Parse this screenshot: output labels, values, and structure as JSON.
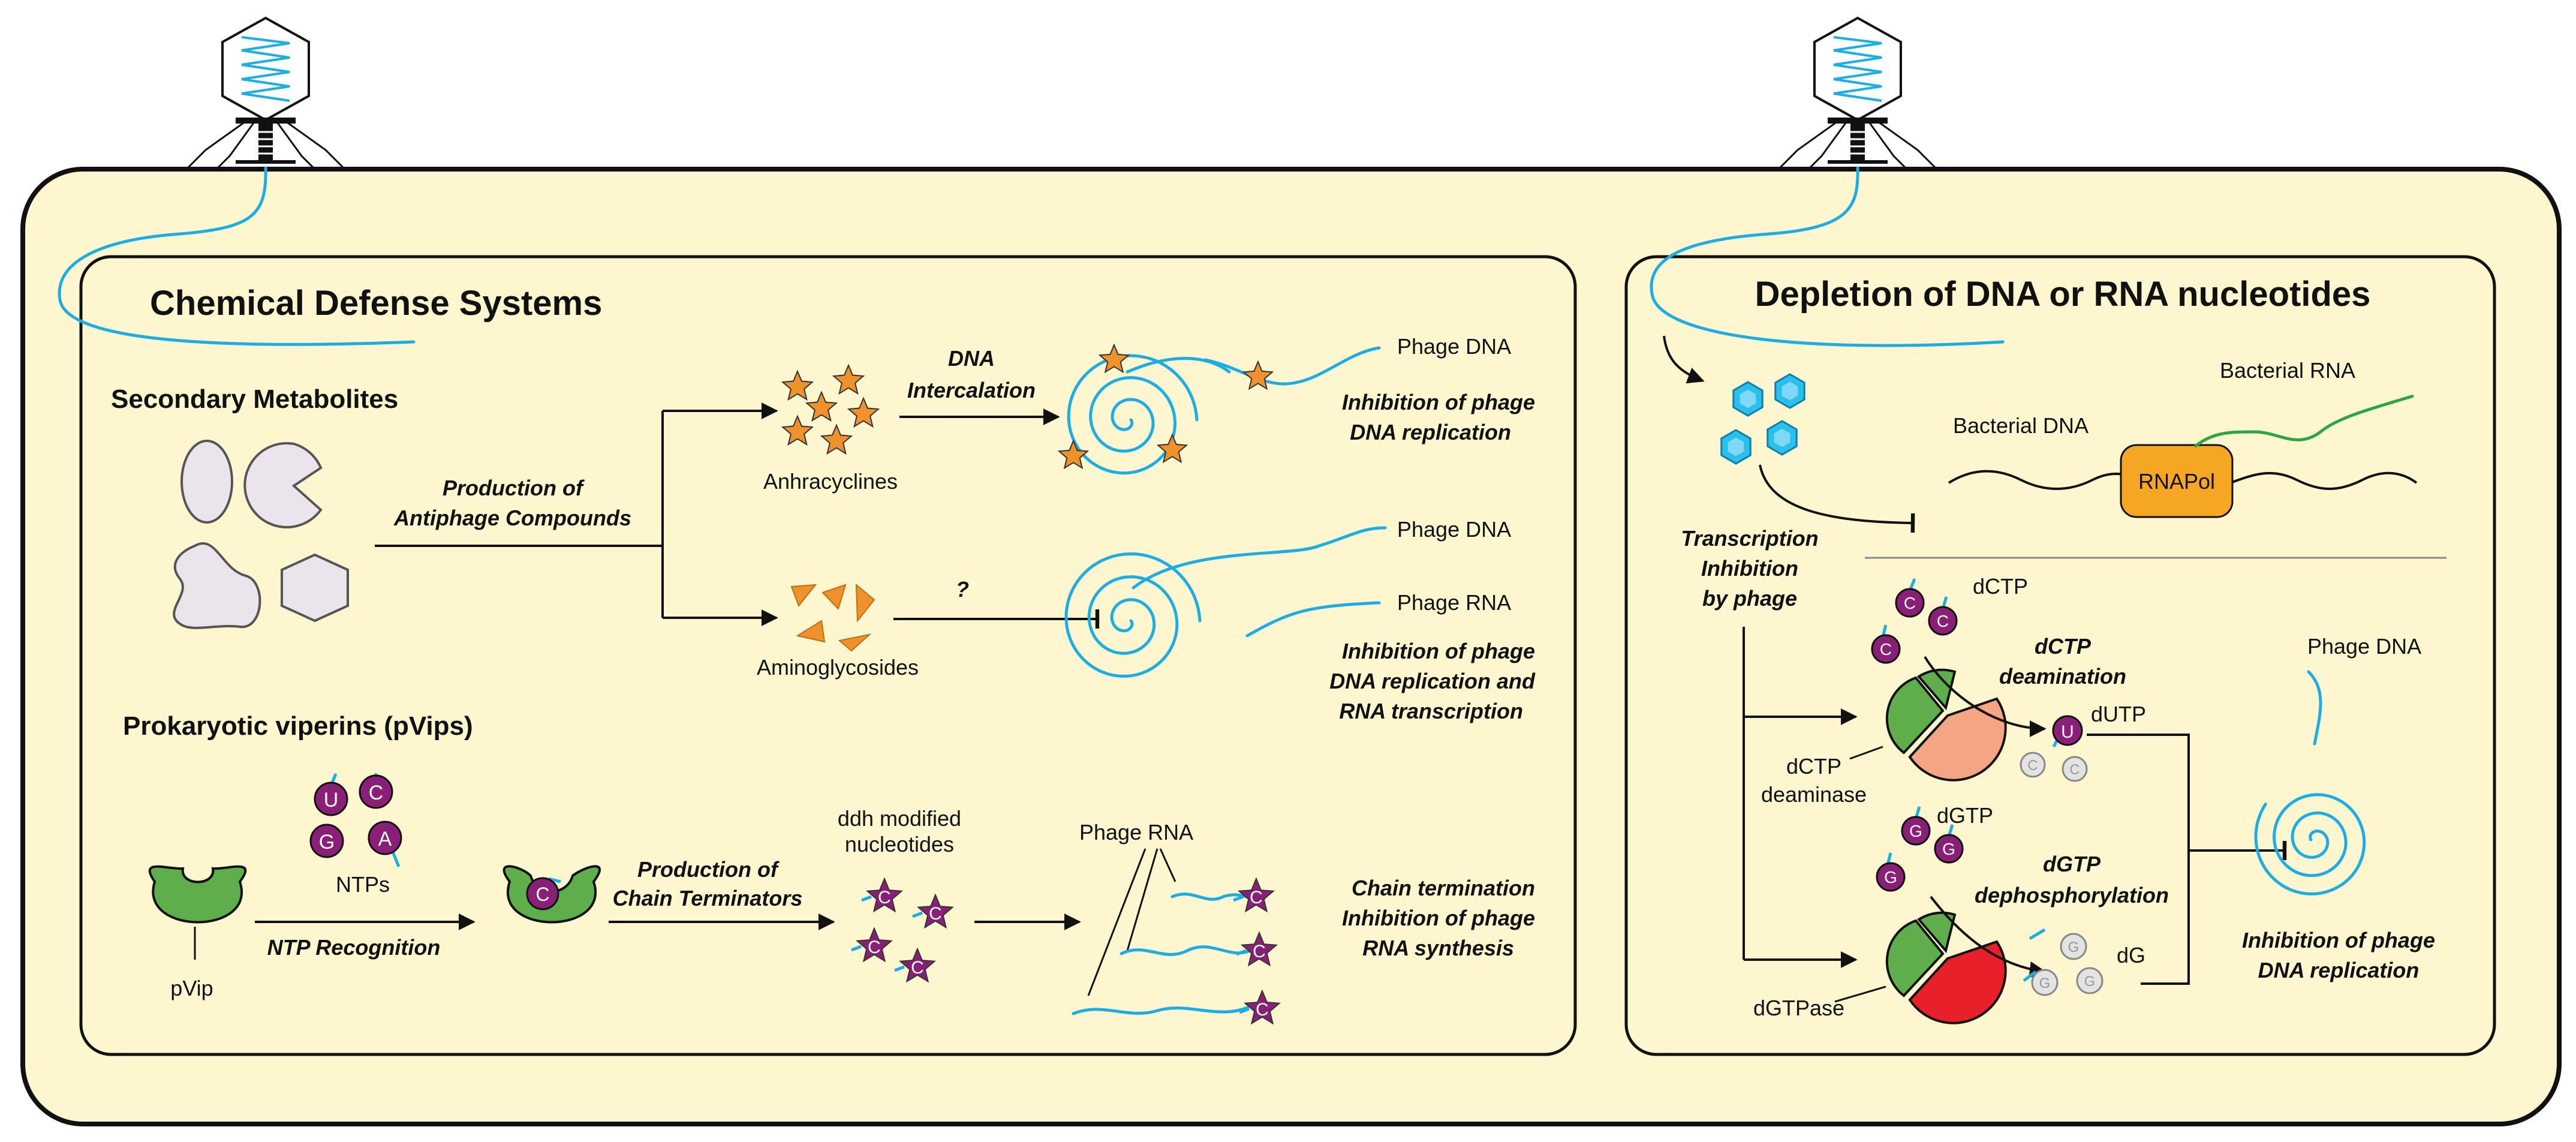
{
  "colors": {
    "cell_fill": "#fdf6cf",
    "dna_blue": "#1aaee5",
    "bacterial_rna_green": "#27a844",
    "anthracycline_orange": "#f0922b",
    "nucleotide_purple": "#8a1f78",
    "rnapol_orange": "#f5a623",
    "enzyme_green": "#5fae4c",
    "deaminase_salmon": "#f4a583",
    "dgtpase_red": "#e8202a",
    "metabolite_lavender": "#ece4ec",
    "hexagon_blue": "#29c1ec"
  },
  "left_panel": {
    "title": "Chemical Defense Systems",
    "secondary": {
      "heading": "Secondary Metabolites",
      "production_1": "Production of",
      "production_2": "Antiphage Compounds",
      "anthracyclines": "Anhracyclines",
      "aminoglycosides": "Aminoglycosides",
      "dna_int_1": "DNA",
      "dna_int_2": "Intercalation",
      "question": "?",
      "phage_dna_a": "Phage DNA",
      "inhib_a_1": "Inhibition of phage",
      "inhib_a_2": "DNA replication",
      "phage_dna_b": "Phage DNA",
      "phage_rna_b": "Phage RNA",
      "inhib_b_1": "Inhibition of phage",
      "inhib_b_2": "DNA replication and",
      "inhib_b_3": "RNA transcription"
    },
    "viperins": {
      "heading": "Prokaryotic viperins (pVips)",
      "ntps": "NTPs",
      "ntp_letters": [
        "U",
        "C",
        "G",
        "A"
      ],
      "pvip": "pVip",
      "ntp_recognition": "NTP Recognition",
      "bound_letter": "C",
      "chain_prod_1": "Production of",
      "chain_prod_2": "Chain Terminators",
      "ddh_1": "ddh modified",
      "ddh_2": "nucleotides",
      "star_letter": "C",
      "phage_rna": "Phage RNA",
      "chain_term_1": "Chain termination",
      "chain_term_2": "Inhibition of phage",
      "chain_term_3": "RNA synthesis"
    }
  },
  "right_panel": {
    "title": "Depletion of DNA or RNA nucleotides",
    "bacterial_dna": "Bacterial DNA",
    "bacterial_rna": "Bacterial RNA",
    "rnapol": "RNAPol",
    "transcription_1": "Transcription",
    "transcription_2": "Inhibition",
    "transcription_3": "by phage",
    "dctp": "dCTP",
    "dctp_letter": "C",
    "dctp_deam_1": "dCTP",
    "dctp_deam_2": "deamination",
    "dutp": "dUTP",
    "dutp_letter": "U",
    "dctp_deaminase_1": "dCTP",
    "dctp_deaminase_2": "deaminase",
    "dgtp": "dGTP",
    "dgtp_letter": "G",
    "dgtp_dephos_1": "dGTP",
    "dgtp_dephos_2": "dephosphorylation",
    "dg": "dG",
    "dgtpase": "dGTPase",
    "phage_dna": "Phage DNA",
    "inhib_1": "Inhibition of phage",
    "inhib_2": "DNA replication"
  }
}
